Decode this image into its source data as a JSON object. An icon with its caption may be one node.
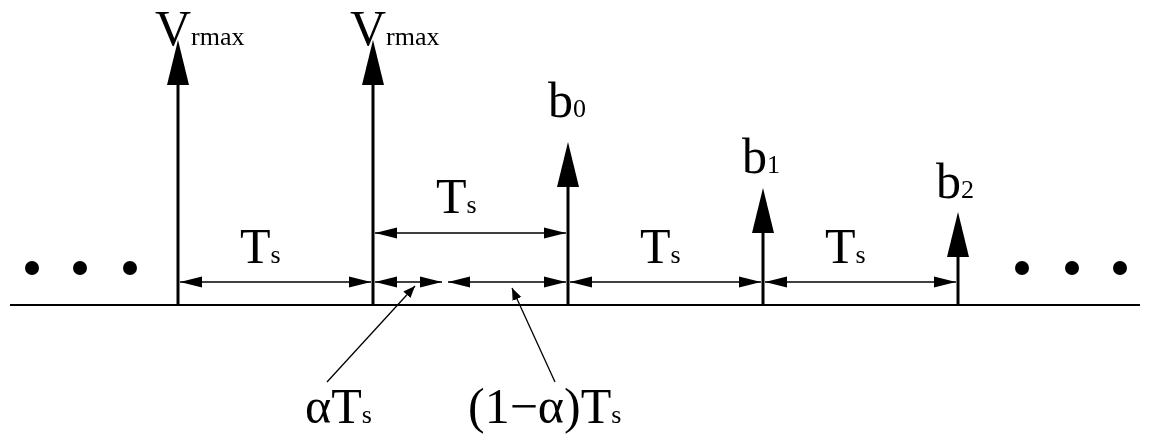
{
  "diagram": {
    "nodes": [
      {
        "text": [
          "αT$_{s}$"
        ]
      },
      {
        "text": [
          "(1−α)T$_{s}$"
        ]
      }
    ],
    "edges": [
      {
        "from": 0,
        "to": null,
        "arrow": "to"
      },
      {
        "from": 1,
        "to": null,
        "arrow": "to"
      }
    ],
    "labels": [
      "V$_{rmax}$",
      "V$_{rmax}$",
      "b$_{0}$",
      "T$_{s}$",
      "b$_{1}$",
      "b$_{2}$",
      "T$_{s}$",
      "T$_{s}$",
      "T$_{s}$"
    ]
  }
}
